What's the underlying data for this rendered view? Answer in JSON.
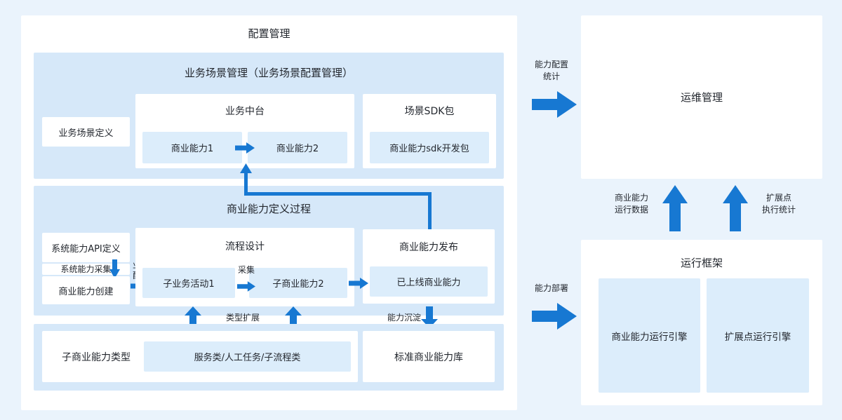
{
  "colors": {
    "page_bg": "#eaf3fc",
    "panel_bg": "#ffffff",
    "section_bg": "#d6e8f9",
    "chip_bg": "#dcedfb",
    "arrow_blue": "#1778d2",
    "text": "#23272e"
  },
  "left": {
    "title": "配置管理",
    "scenario": {
      "title": "业务场景管理（业务场景配置管理）",
      "definition_box": "业务场景定义",
      "middle_platform": {
        "title": "业务中台",
        "cap1": "商业能力1",
        "cap2": "商业能力2"
      },
      "sdk": {
        "title": "场景SDK包",
        "package": "商业能力sdk开发包"
      }
    },
    "capability": {
      "title": "商业能力定义过程",
      "api_definition": "系统能力API定义",
      "system_collect": "系统能力采集",
      "create": "商业能力创建",
      "biz_config_line1": "业务",
      "biz_config_line2": "配置",
      "process": {
        "title": "流程设计",
        "activity1": "子业务活动1",
        "collect": "采集",
        "subcap2": "子商业能力2"
      },
      "publish": {
        "title": "商业能力发布",
        "online": "已上线商业能力"
      }
    },
    "flow_labels": {
      "type_extend": "类型扩展",
      "capability_sink": "能力沉淀"
    },
    "subtype": {
      "label": "子商业能力类型",
      "types": "服务类/人工任务/子流程类",
      "standard_lib": "标准商业能力库"
    }
  },
  "right": {
    "ops_title": "运维管理",
    "config_stats_line1": "能力配置",
    "config_stats_line2": "统计",
    "run_data_line1": "商业能力",
    "run_data_line2": "运行数据",
    "ext_stats_line1": "扩展点",
    "ext_stats_line2": "执行统计",
    "deploy_label": "能力部署",
    "framework": {
      "title": "运行框架",
      "engine1": "商业能力运行引擎",
      "engine2": "扩展点运行引擎"
    }
  }
}
